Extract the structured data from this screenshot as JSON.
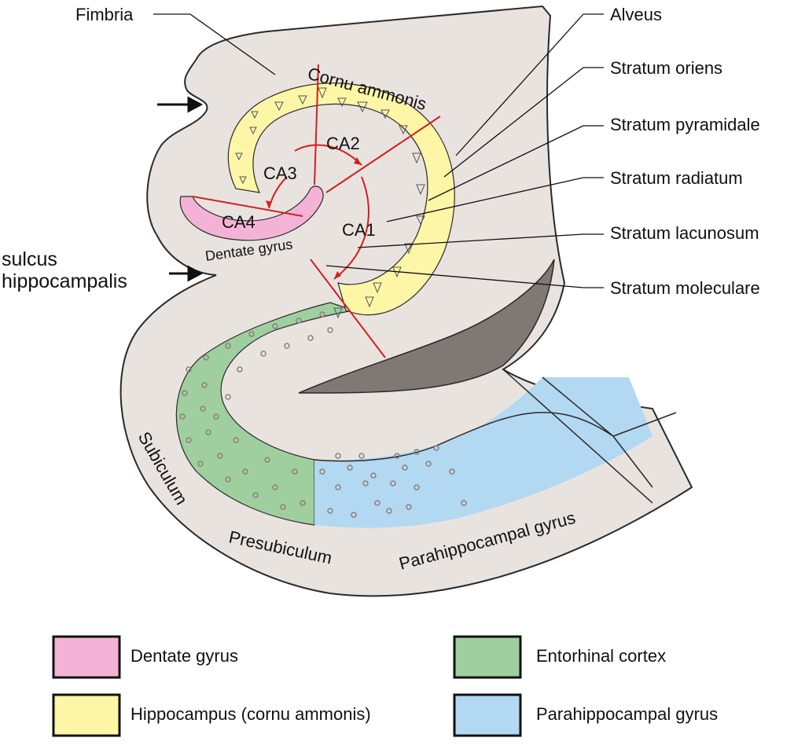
{
  "diagram": {
    "right_labels": [
      {
        "key": "alveus",
        "text": "Alveus"
      },
      {
        "key": "oriens",
        "text": "Stratum oriens"
      },
      {
        "key": "pyramidale",
        "text": "Stratum pyramidale"
      },
      {
        "key": "radiatum",
        "text": "Stratum radiatum"
      },
      {
        "key": "lacunosum",
        "text": "Stratum lacunosum"
      },
      {
        "key": "moleculare",
        "text": "Stratum moleculare"
      }
    ],
    "fimbria": "Fimbria",
    "sulcus_line1": "sulcus",
    "sulcus_line2": "hippocampalis",
    "cornu_ammonis": "Cornu ammonis",
    "dentate_gyrus": "Dentate gyrus",
    "subiculum": "Subiculum",
    "presubiculum": "Presubiculum",
    "parahippocampal_gyrus": "Parahippocampal gyrus",
    "fields": {
      "ca1": "CA1",
      "ca2": "CA2",
      "ca3": "CA3",
      "ca4": "CA4"
    }
  },
  "legend": [
    {
      "key": "dentate",
      "label": "Dentate gyrus",
      "color": "#f4b3d6"
    },
    {
      "key": "entorhinal",
      "label": "Entorhinal cortex",
      "color": "#9fcf9f"
    },
    {
      "key": "hippocampus",
      "label": "Hippocampus (cornu ammonis)",
      "color": "#fdf6a6"
    },
    {
      "key": "parahippocampal",
      "label": "Parahippocampal gyrus",
      "color": "#b3d8f1"
    }
  ],
  "colors": {
    "tissue": "#e9e3e0",
    "tissue_dark": "#c7c0bc",
    "outline": "#2a2a2a",
    "boundary_red": "#d41f1f",
    "dot": "#8e7f78"
  }
}
